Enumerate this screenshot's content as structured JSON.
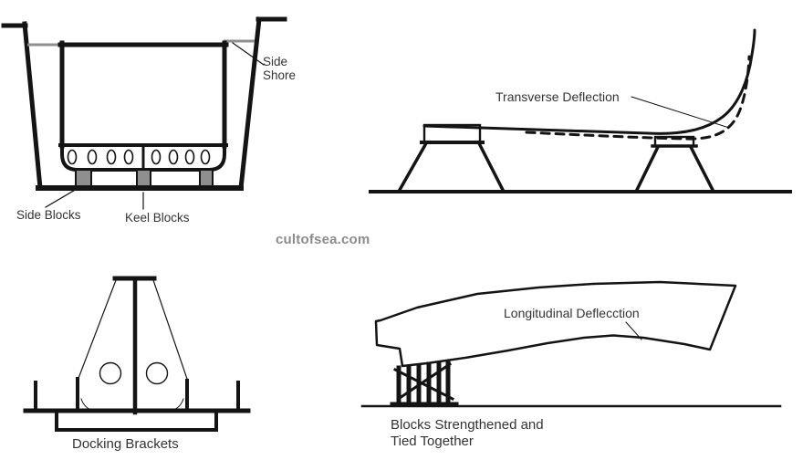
{
  "colors": {
    "line": "#141414",
    "gray": "#8f8f8f",
    "text": "#333333",
    "watermark": "#8c8c8c"
  },
  "watermark": {
    "text": "cultofsea.com"
  },
  "diagrams": {
    "dock_cross_section": {
      "labels": {
        "side_shore": "Side\nShore",
        "side_blocks": "Side Blocks",
        "keel_blocks": "Keel Blocks"
      }
    },
    "transverse": {
      "labels": {
        "transverse_deflection": "Transverse Deflection"
      }
    },
    "brackets": {
      "labels": {
        "docking_brackets": "Docking Brackets"
      }
    },
    "longitudinal": {
      "labels": {
        "longitudinal_deflection": "Longitudinal Deflecction",
        "blocks_strengthened": "Blocks Strengthened and\nTied Together"
      }
    }
  }
}
